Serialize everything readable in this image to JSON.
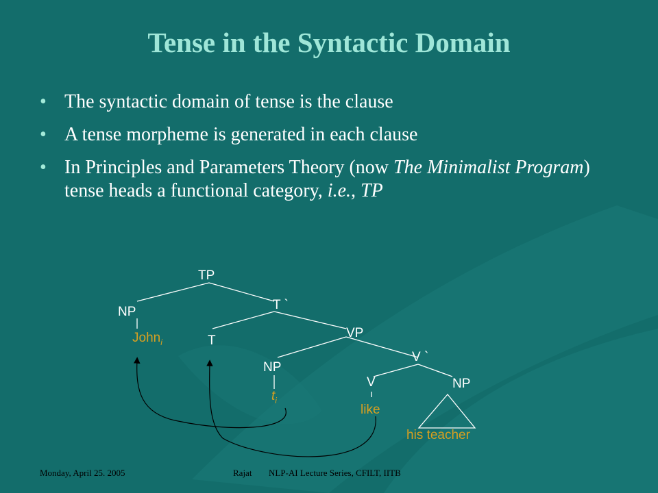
{
  "slide": {
    "title": "Tense in the Syntactic Domain",
    "bullets": [
      {
        "text": "The syntactic domain of tense is the clause"
      },
      {
        "text": "A tense morpheme is generated in each clause"
      },
      {
        "pre": "In Principles and Parameters Theory (now ",
        "italic1": "The Minimalist Program",
        "mid": ") tense heads a functional category, ",
        "italic2": "i.e., TP"
      }
    ],
    "bullet_glyph": "•"
  },
  "tree": {
    "nodes": {
      "tp": "TP",
      "np1": "NP",
      "tbar": "T `",
      "t": "T",
      "vp": "VP",
      "np2": "NP",
      "vbar": "V `",
      "v": "V",
      "np3": "NP"
    },
    "leaves": {
      "john": "John",
      "john_sub": "i",
      "trace": "t",
      "trace_sub": "i",
      "like": "like",
      "teacher": "his teacher"
    }
  },
  "footer": {
    "date": "Monday, April 25. 2005",
    "author": "Rajat",
    "series": "NLP-AI Lecture Series, CFILT, IITB"
  },
  "colors": {
    "background": "#136d6b",
    "title": "#9fe6d8",
    "text": "#ffffff",
    "leaf": "#d8a020"
  }
}
